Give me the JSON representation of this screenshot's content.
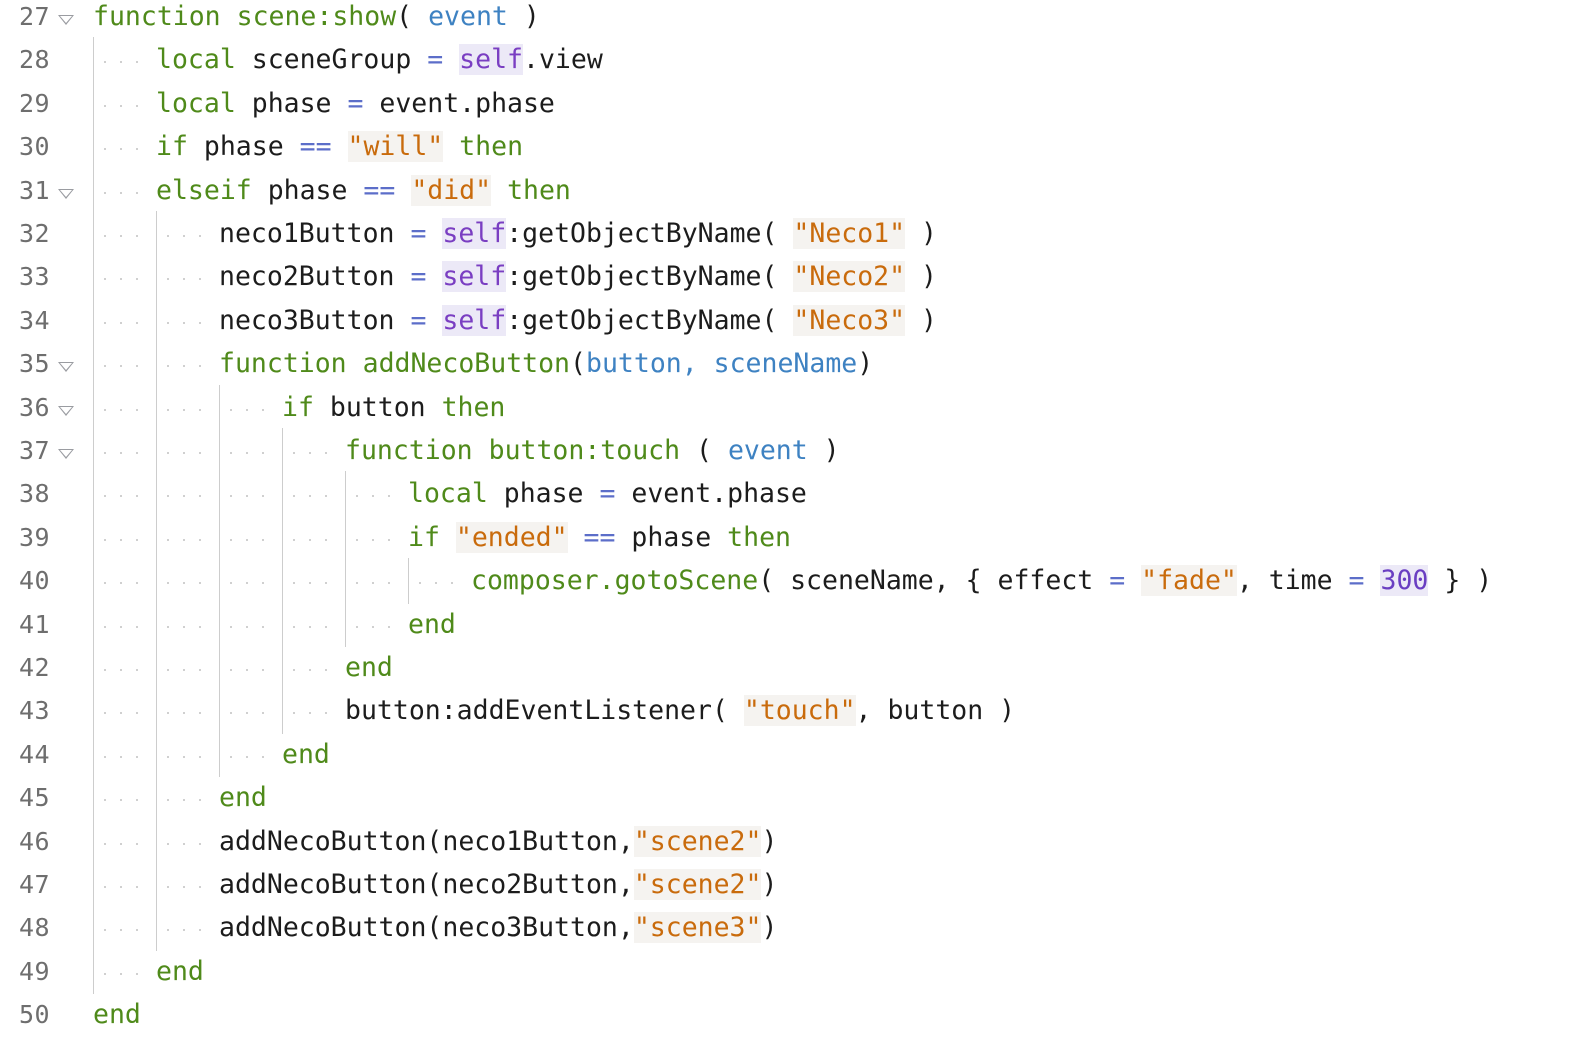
{
  "editor": {
    "language": "Lua",
    "colors": {
      "keyword": "#4f8a1a",
      "param": "#3e82c2",
      "self": "#7a3ec2",
      "string": "#c96b0c",
      "number": "#6a3ec2",
      "operator": "#5c6ec9",
      "identifier": "#1c1c1c",
      "line_number": "#6e6e6e"
    },
    "lines": [
      {
        "num": "27",
        "fold": true,
        "indent": 0,
        "tokens": [
          {
            "t": "kw",
            "v": "function"
          },
          {
            "t": "id",
            "v": " "
          },
          {
            "t": "fn",
            "v": "scene:show"
          },
          {
            "t": "pun",
            "v": "( "
          },
          {
            "t": "pm",
            "v": "event"
          },
          {
            "t": "pun",
            "v": " )"
          }
        ]
      },
      {
        "num": "28",
        "fold": false,
        "indent": 1,
        "tokens": [
          {
            "t": "kw",
            "v": "local"
          },
          {
            "t": "id",
            "v": " sceneGroup "
          },
          {
            "t": "op",
            "v": "="
          },
          {
            "t": "id",
            "v": " "
          },
          {
            "t": "self",
            "v": "self"
          },
          {
            "t": "id",
            "v": ".view"
          }
        ]
      },
      {
        "num": "29",
        "fold": false,
        "indent": 1,
        "tokens": [
          {
            "t": "kw",
            "v": "local"
          },
          {
            "t": "id",
            "v": " phase "
          },
          {
            "t": "op",
            "v": "="
          },
          {
            "t": "id",
            "v": " event.phase"
          }
        ]
      },
      {
        "num": "30",
        "fold": false,
        "indent": 1,
        "tokens": [
          {
            "t": "kw",
            "v": "if"
          },
          {
            "t": "id",
            "v": " phase "
          },
          {
            "t": "op",
            "v": "=="
          },
          {
            "t": "id",
            "v": " "
          },
          {
            "t": "strq",
            "v": "\"will\""
          },
          {
            "t": "id",
            "v": " "
          },
          {
            "t": "kw",
            "v": "then"
          }
        ]
      },
      {
        "num": "31",
        "fold": true,
        "indent": 1,
        "tokens": [
          {
            "t": "kw",
            "v": "elseif"
          },
          {
            "t": "id",
            "v": " phase "
          },
          {
            "t": "op",
            "v": "=="
          },
          {
            "t": "id",
            "v": " "
          },
          {
            "t": "strq",
            "v": "\"did\""
          },
          {
            "t": "id",
            "v": " "
          },
          {
            "t": "kw",
            "v": "then"
          }
        ]
      },
      {
        "num": "32",
        "fold": false,
        "indent": 2,
        "tokens": [
          {
            "t": "id",
            "v": "neco1Button "
          },
          {
            "t": "op",
            "v": "="
          },
          {
            "t": "id",
            "v": " "
          },
          {
            "t": "self",
            "v": "self"
          },
          {
            "t": "id",
            "v": ":getObjectByName( "
          },
          {
            "t": "strq",
            "v": "\"Neco1\""
          },
          {
            "t": "id",
            "v": " )"
          }
        ]
      },
      {
        "num": "33",
        "fold": false,
        "indent": 2,
        "tokens": [
          {
            "t": "id",
            "v": "neco2Button "
          },
          {
            "t": "op",
            "v": "="
          },
          {
            "t": "id",
            "v": " "
          },
          {
            "t": "self",
            "v": "self"
          },
          {
            "t": "id",
            "v": ":getObjectByName( "
          },
          {
            "t": "strq",
            "v": "\"Neco2\""
          },
          {
            "t": "id",
            "v": " )"
          }
        ]
      },
      {
        "num": "34",
        "fold": false,
        "indent": 2,
        "tokens": [
          {
            "t": "id",
            "v": "neco3Button "
          },
          {
            "t": "op",
            "v": "="
          },
          {
            "t": "id",
            "v": " "
          },
          {
            "t": "self",
            "v": "self"
          },
          {
            "t": "id",
            "v": ":getObjectByName( "
          },
          {
            "t": "strq",
            "v": "\"Neco3\""
          },
          {
            "t": "id",
            "v": " )"
          }
        ]
      },
      {
        "num": "35",
        "fold": true,
        "indent": 2,
        "tokens": [
          {
            "t": "kw",
            "v": "function"
          },
          {
            "t": "id",
            "v": " "
          },
          {
            "t": "fn",
            "v": "addNecoButton"
          },
          {
            "t": "pun",
            "v": "("
          },
          {
            "t": "pm",
            "v": "button, sceneName"
          },
          {
            "t": "pun",
            "v": ")"
          }
        ]
      },
      {
        "num": "36",
        "fold": true,
        "indent": 3,
        "tokens": [
          {
            "t": "kw",
            "v": "if"
          },
          {
            "t": "id",
            "v": " button "
          },
          {
            "t": "kw",
            "v": "then"
          }
        ]
      },
      {
        "num": "37",
        "fold": true,
        "indent": 4,
        "tokens": [
          {
            "t": "kw",
            "v": "function"
          },
          {
            "t": "id",
            "v": " "
          },
          {
            "t": "fn",
            "v": "button:touch"
          },
          {
            "t": "pun",
            "v": " ( "
          },
          {
            "t": "pm",
            "v": "event"
          },
          {
            "t": "pun",
            "v": " )"
          }
        ]
      },
      {
        "num": "38",
        "fold": false,
        "indent": 5,
        "tokens": [
          {
            "t": "kw",
            "v": "local"
          },
          {
            "t": "id",
            "v": " phase "
          },
          {
            "t": "op",
            "v": "="
          },
          {
            "t": "id",
            "v": " event.phase"
          }
        ]
      },
      {
        "num": "39",
        "fold": false,
        "indent": 5,
        "tokens": [
          {
            "t": "kw",
            "v": "if"
          },
          {
            "t": "id",
            "v": " "
          },
          {
            "t": "strq",
            "v": "\"ended\""
          },
          {
            "t": "id",
            "v": " "
          },
          {
            "t": "op",
            "v": "=="
          },
          {
            "t": "id",
            "v": " phase "
          },
          {
            "t": "kw",
            "v": "then"
          }
        ]
      },
      {
        "num": "40",
        "fold": false,
        "indent": 6,
        "tokens": [
          {
            "t": "fn",
            "v": "composer.gotoScene"
          },
          {
            "t": "pun",
            "v": "( sceneName, { effect "
          },
          {
            "t": "op",
            "v": "="
          },
          {
            "t": "id",
            "v": " "
          },
          {
            "t": "strq",
            "v": "\"fade\""
          },
          {
            "t": "pun",
            "v": ", time "
          },
          {
            "t": "op",
            "v": "="
          },
          {
            "t": "id",
            "v": " "
          },
          {
            "t": "num",
            "v": "300"
          },
          {
            "t": "pun",
            "v": " } )"
          }
        ]
      },
      {
        "num": "41",
        "fold": false,
        "indent": 5,
        "tokens": [
          {
            "t": "kw",
            "v": "end"
          }
        ]
      },
      {
        "num": "42",
        "fold": false,
        "indent": 4,
        "tokens": [
          {
            "t": "kw",
            "v": "end"
          }
        ]
      },
      {
        "num": "43",
        "fold": false,
        "indent": 4,
        "tokens": [
          {
            "t": "id",
            "v": "button:addEventListener( "
          },
          {
            "t": "strq",
            "v": "\"touch\""
          },
          {
            "t": "pun",
            "v": ", button )"
          }
        ]
      },
      {
        "num": "44",
        "fold": false,
        "indent": 3,
        "tokens": [
          {
            "t": "kw",
            "v": "end"
          }
        ]
      },
      {
        "num": "45",
        "fold": false,
        "indent": 2,
        "tokens": [
          {
            "t": "kw",
            "v": "end"
          }
        ]
      },
      {
        "num": "46",
        "fold": false,
        "indent": 2,
        "tokens": [
          {
            "t": "id",
            "v": "addNecoButton(neco1Button,"
          },
          {
            "t": "strq",
            "v": "\"scene2\""
          },
          {
            "t": "pun",
            "v": ")"
          }
        ]
      },
      {
        "num": "47",
        "fold": false,
        "indent": 2,
        "tokens": [
          {
            "t": "id",
            "v": "addNecoButton(neco2Button,"
          },
          {
            "t": "strq",
            "v": "\"scene2\""
          },
          {
            "t": "pun",
            "v": ")"
          }
        ]
      },
      {
        "num": "48",
        "fold": false,
        "indent": 2,
        "tokens": [
          {
            "t": "id",
            "v": "addNecoButton(neco3Button,"
          },
          {
            "t": "strq",
            "v": "\"scene3\""
          },
          {
            "t": "pun",
            "v": ")"
          }
        ]
      },
      {
        "num": "49",
        "fold": false,
        "indent": 1,
        "tokens": [
          {
            "t": "kw",
            "v": "end"
          }
        ]
      },
      {
        "num": "50",
        "fold": false,
        "indent": 0,
        "tokens": [
          {
            "t": "kw",
            "v": "end"
          }
        ]
      }
    ]
  }
}
